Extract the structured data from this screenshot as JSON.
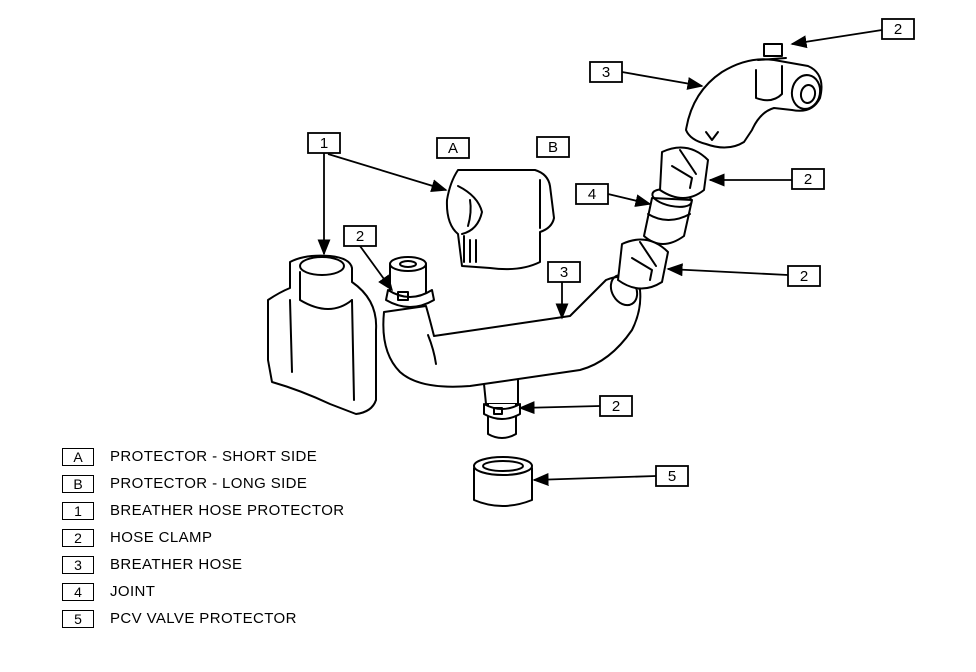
{
  "callouts": {
    "top_right_clamp": "2",
    "upper_hose": "3",
    "upper_joint_clamp": "2",
    "joint": "4",
    "lower_joint_clamp": "2",
    "protector_1": "1",
    "protector_a": "A",
    "protector_b": "B",
    "left_clamp": "2",
    "main_hose": "3",
    "bottom_clamp": "2",
    "pcv_protector": "5"
  },
  "legend": [
    {
      "key": "A",
      "label": "PROTECTOR - SHORT SIDE"
    },
    {
      "key": "B",
      "label": "PROTECTOR - LONG SIDE"
    },
    {
      "key": "1",
      "label": "BREATHER HOSE PROTECTOR"
    },
    {
      "key": "2",
      "label": "HOSE CLAMP"
    },
    {
      "key": "3",
      "label": "BREATHER HOSE"
    },
    {
      "key": "4",
      "label": "JOINT"
    },
    {
      "key": "5",
      "label": " PCV VALVE PROTECTOR"
    }
  ]
}
